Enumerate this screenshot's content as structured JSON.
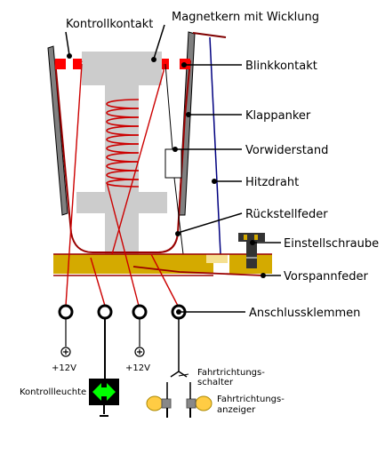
{
  "labels": {
    "kontrollkontakt": "Kontrollkontakt",
    "magnetkern": "Magnetkern mit Wicklung",
    "blinkkontakt": "Blinkkontakt",
    "klappanker": "Klappanker",
    "vorwiderstand": "Vorwiderstand",
    "hitzdraht": "Hitzdraht",
    "rueckstellfeder": "Rückstellfeder",
    "einstellschraube": "Einstellschraube",
    "vorspannfeder": "Vorspannfeder",
    "anschlussklemmen": "Anschlussklemmen",
    "plus12v_1": "+12V",
    "plus12v_2": "+12V",
    "kontrollleuchte": "Kontrollleuchte",
    "fahrtrichtungsschalter_1": "Fahrtrichtungs-",
    "fahrtrichtungsschalter_2": "schalter",
    "fahrtrichtungsanzeiger_1": "Fahrtrichtungs-",
    "fahrtrichtungsanzeiger_2": "anzeiger"
  },
  "colors": {
    "wire": "#cc0000",
    "contact": "#ff0000",
    "core": "#cccccc",
    "base": "#d4aa00",
    "frame": "#808080",
    "hitzdraht": "#000080",
    "lamp_green": "#00ff00",
    "bulb": "#ffcc44"
  },
  "icons": [
    "terminal-icon",
    "plus-source-icon",
    "ground-icon",
    "arrow-lamp-icon",
    "bulb-icon",
    "switch-icon",
    "screw-icon"
  ]
}
